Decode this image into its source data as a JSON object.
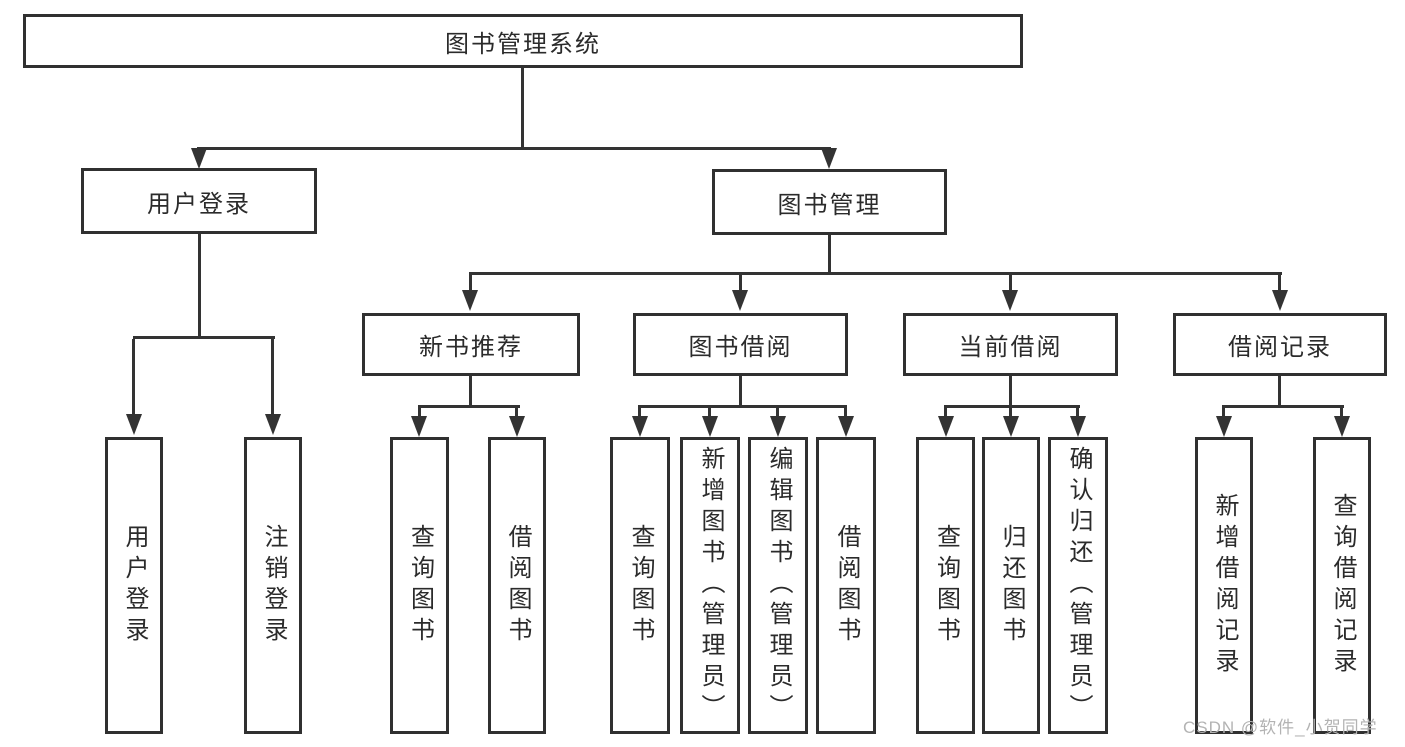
{
  "diagram": {
    "root": {
      "label": "图书管理系统"
    },
    "branches": [
      {
        "label": "用户登录",
        "children": [
          {
            "label": "用户登录"
          },
          {
            "label": "注销登录"
          }
        ]
      },
      {
        "label": "图书管理",
        "children": [
          {
            "label": "新书推荐",
            "children": [
              {
                "label": "查询图书"
              },
              {
                "label": "借阅图书"
              }
            ]
          },
          {
            "label": "图书借阅",
            "children": [
              {
                "label": "查询图书"
              },
              {
                "label": "新增图书（管理员）"
              },
              {
                "label": "编辑图书（管理员）"
              },
              {
                "label": "借阅图书"
              }
            ]
          },
          {
            "label": "当前借阅",
            "children": [
              {
                "label": "查询图书"
              },
              {
                "label": "归还图书"
              },
              {
                "label": "确认归还（管理员）"
              }
            ]
          },
          {
            "label": "借阅记录",
            "children": [
              {
                "label": "新增借阅记录"
              },
              {
                "label": "查询借阅记录"
              }
            ]
          }
        ]
      }
    ]
  },
  "watermark": {
    "text": "CSDN @软件_小贺同学"
  },
  "colors": {
    "line": "#333333",
    "border": "#303030",
    "text": "#2b2b2b",
    "watermark": "#b3b3b3",
    "background": "#ffffff"
  }
}
